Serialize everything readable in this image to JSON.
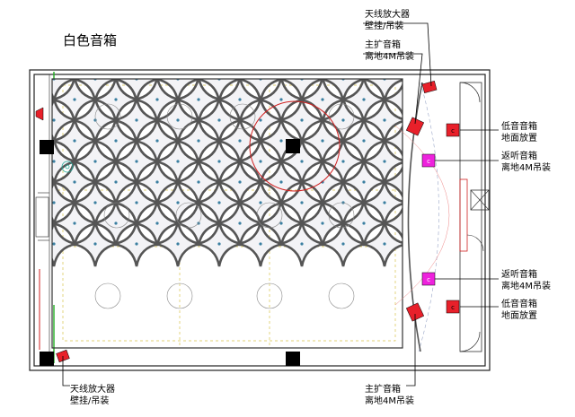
{
  "title": "白色音箱",
  "labels": {
    "antenna_top": [
      "天线放大器",
      "壁挂/吊装"
    ],
    "main_top": [
      "主扩音箱",
      "离地4M吊装"
    ],
    "sub_right_top": [
      "低音音箱",
      "地面放置"
    ],
    "return_right_top": [
      "返听音箱",
      "离地4M吊装"
    ],
    "return_right_bottom": [
      "返听音箱",
      "离地4M吊装"
    ],
    "sub_right_bottom": [
      "低音音箱",
      "地面放置"
    ],
    "antenna_bottom": [
      "天线放大器",
      "壁挂/吊装"
    ],
    "main_bottom": [
      "主扩音箱",
      "离地4M吊装"
    ]
  },
  "speaker_glyph": "c",
  "colors": {
    "wall": "#222222",
    "grid": "#555555",
    "grid_fill": "#e9e9ee",
    "speaker_black": "#000000",
    "speaker_red": "#e8202a",
    "speaker_magenta": "#ee22dd",
    "circle_red": "#d02020",
    "dim_green": "#22aa22",
    "dash_yellow": "#d8c24a",
    "stage_blue": "#9aa7c8"
  }
}
